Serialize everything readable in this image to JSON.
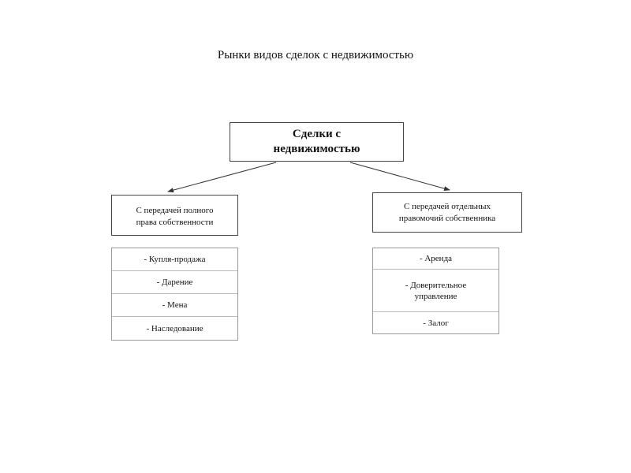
{
  "title": "Рынки видов сделок с недвижимостью",
  "root": {
    "line1": "Сделки с",
    "line2": "недвижимостью"
  },
  "left_branch": {
    "line1": "С передачей полного",
    "line2": "права собственности",
    "items": [
      "- Купля-продажа",
      "- Дарение",
      "- Мена",
      "- Наследование"
    ]
  },
  "right_branch": {
    "line1": "С  передачей отдельных",
    "line2": "правомочий собственника",
    "items": [
      "- Аренда",
      "- Доверительное управление",
      "- Залог"
    ]
  }
}
